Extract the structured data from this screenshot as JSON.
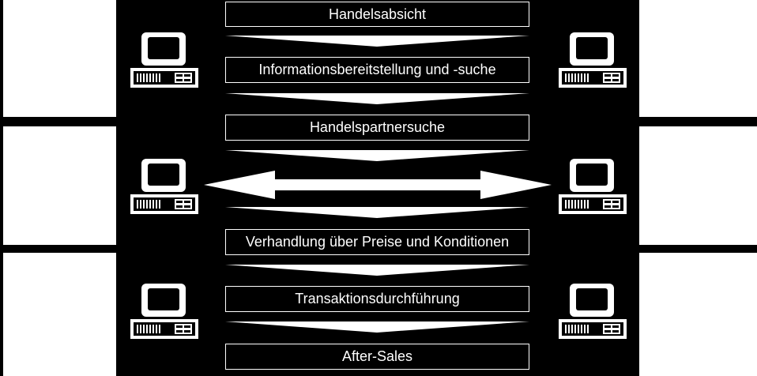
{
  "process": {
    "steps": [
      {
        "label": "Handelsabsicht"
      },
      {
        "label": "Informationsbereitstellung und -suche"
      },
      {
        "label": "Handelspartnersuche"
      },
      {
        "label": "Verhandlung über Preise und Konditionen"
      },
      {
        "label": "Transaktionsdurchführung"
      },
      {
        "label": "After-Sales"
      }
    ]
  },
  "colors": {
    "background": "#000000",
    "foreground": "#ffffff"
  },
  "icons": {
    "computer": "computer-icon",
    "chevron": "chevron-down-icon",
    "arrow": "double-arrow-icon"
  }
}
